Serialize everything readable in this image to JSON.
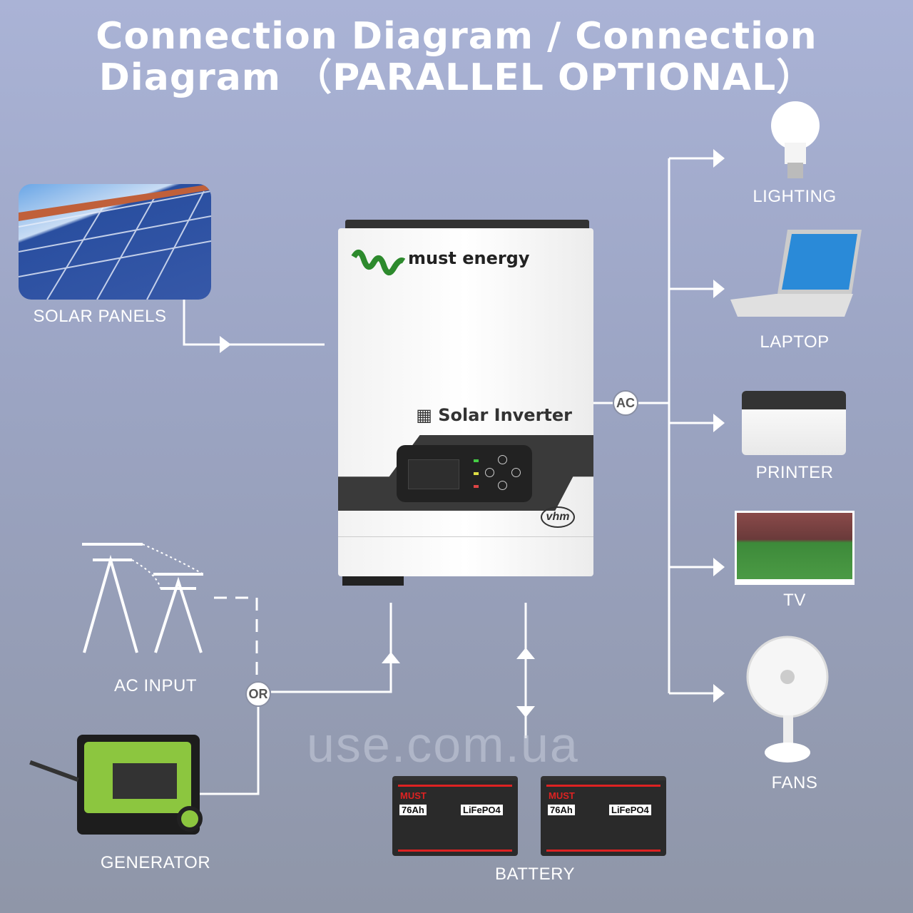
{
  "title": {
    "line1": "Connection Diagram / Connection",
    "line2": "Diagram （PARALLEL OPTIONAL）"
  },
  "labels": {
    "solar": "SOLAR PANELS",
    "ac_input": "AC INPUT",
    "generator": "GENERATOR",
    "battery": "BATTERY",
    "lighting": "LIGHTING",
    "laptop": "LAPTOP",
    "printer": "PRINTER",
    "tv": "TV",
    "fans": "FANS"
  },
  "connectors": {
    "ac": "AC",
    "or": "OR"
  },
  "inverter": {
    "brand": "must energy",
    "product": "Solar Inverter",
    "badge": "vhm"
  },
  "battery": {
    "brand": "MUST",
    "capacity": "76Ah",
    "chemistry": "LiFePO4"
  },
  "watermark": "use.com.ua"
}
